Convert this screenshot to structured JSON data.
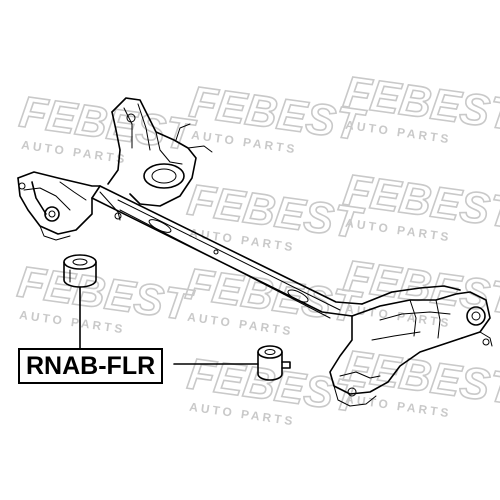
{
  "watermark": {
    "brand": "FEBEST",
    "tagline": "AUTO PARTS"
  },
  "part_number": "RNAB-FLR",
  "colors": {
    "watermark": "#c9c9c9",
    "line": "#000000",
    "background": "#ffffff"
  }
}
